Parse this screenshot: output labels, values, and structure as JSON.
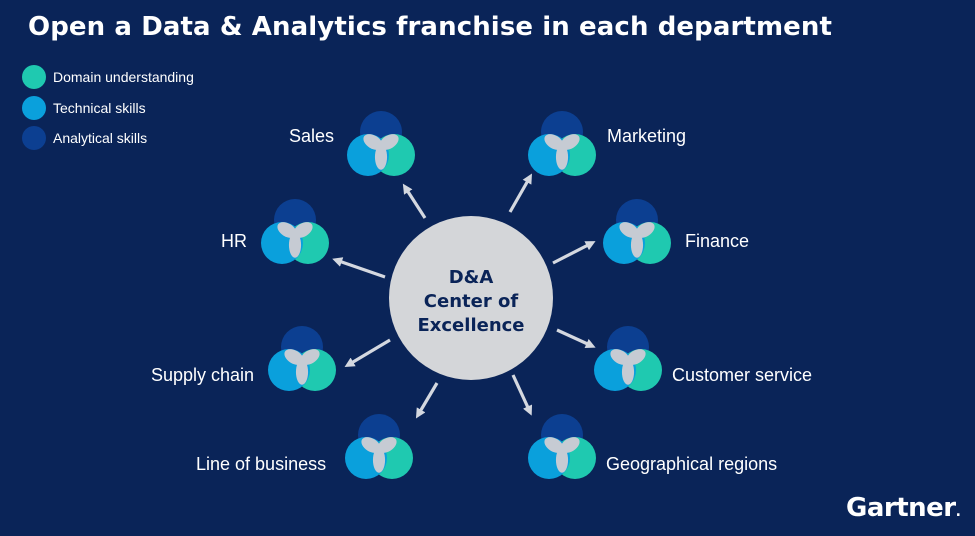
{
  "title": "Open a Data & Analytics franchise in each department",
  "colors": {
    "background": "#0a2458",
    "domain": "#1fc9b0",
    "technical": "#0aa0dc",
    "analytical": "#0c3f91",
    "overlap": "#c6cbd3",
    "hub": "#d4d6d9",
    "arrow": "#d4d8e0"
  },
  "legend": [
    {
      "label": "Domain understanding",
      "color": "#1fc9b0"
    },
    {
      "label": "Technical skills",
      "color": "#0aa0dc"
    },
    {
      "label": "Analytical skills",
      "color": "#0c3f91"
    }
  ],
  "hub": {
    "lines": [
      "D&A",
      "Center of",
      "Excellence"
    ]
  },
  "departments": [
    {
      "label": "Sales"
    },
    {
      "label": "Marketing"
    },
    {
      "label": "HR"
    },
    {
      "label": "Finance"
    },
    {
      "label": "Supply chain"
    },
    {
      "label": "Customer service"
    },
    {
      "label": "Line of business"
    },
    {
      "label": "Geographical regions"
    }
  ],
  "brand": {
    "logo_text": "Gartner",
    "logo_mark": "."
  }
}
